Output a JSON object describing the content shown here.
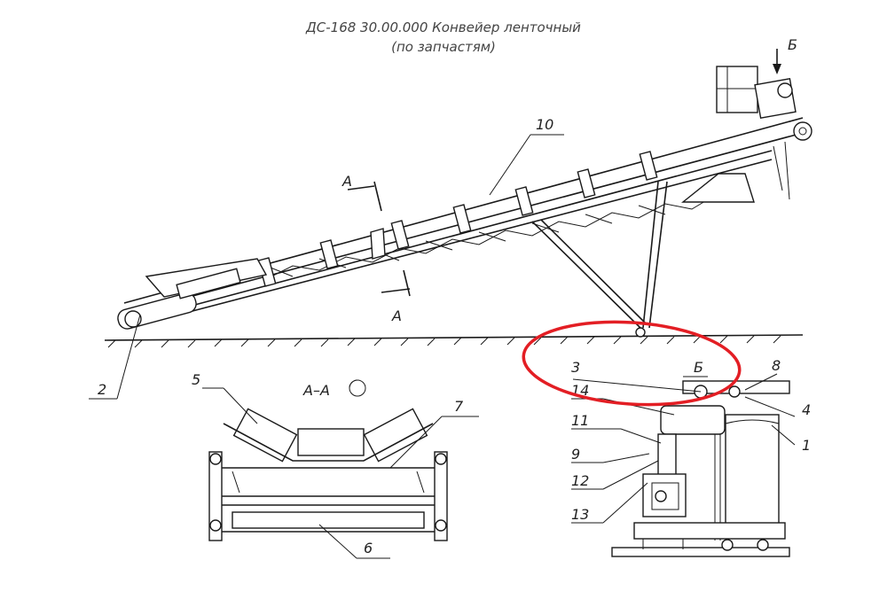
{
  "title": {
    "line1": "ДС-168 30.00.000 Конвейер ленточный",
    "line2": "(по запчастям)"
  },
  "view_labels": {
    "section_a_top": "А",
    "section_a_bottom": "А",
    "view_b": "Б",
    "section_aa": "А–А",
    "detail_b": "Б"
  },
  "callouts": [
    "10",
    "2",
    "5",
    "7",
    "6",
    "3",
    "8",
    "14",
    "4",
    "11",
    "1",
    "9",
    "12",
    "13"
  ],
  "highlight": {
    "shape": "ellipse",
    "color": "#e31e24"
  }
}
